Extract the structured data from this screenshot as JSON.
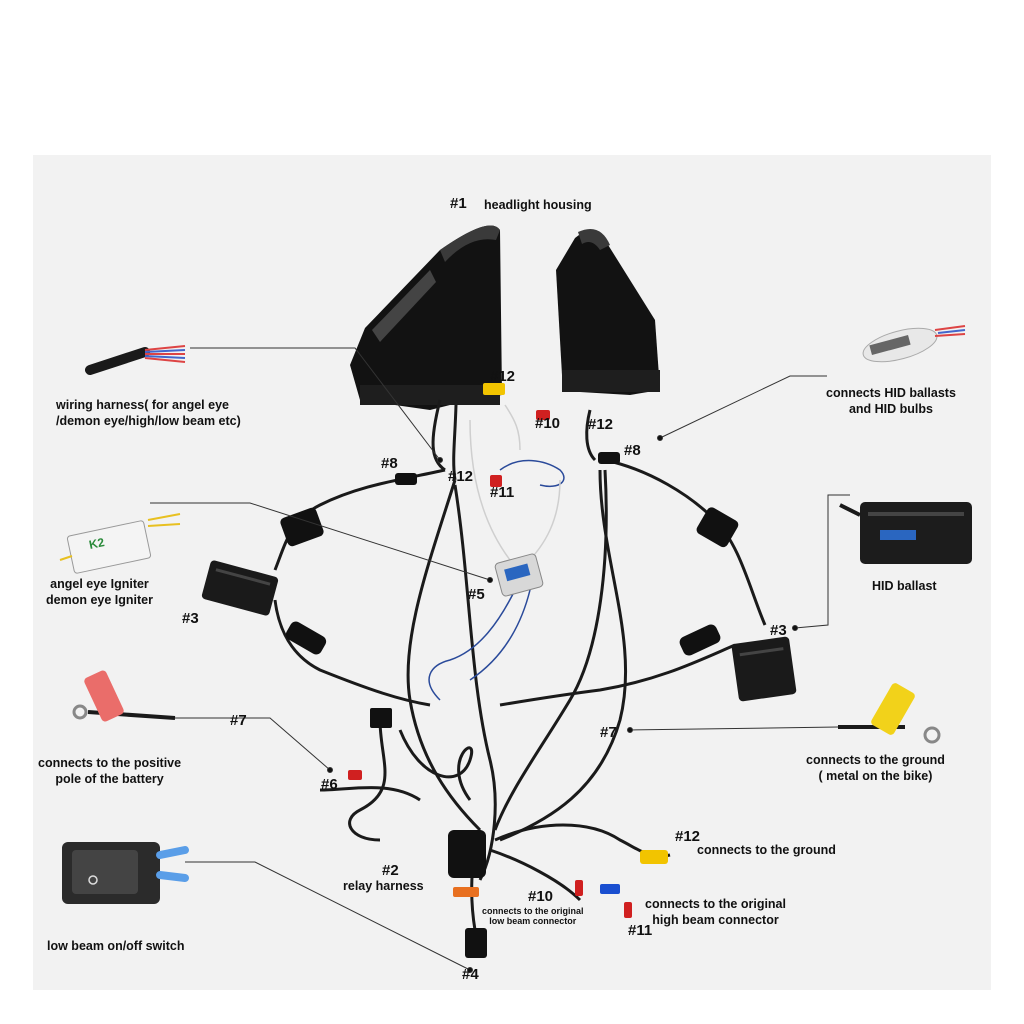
{
  "labels": {
    "headlight_housing": "headlight housing",
    "wiring_harness": "wiring harness( for angel eye\n/demon eye/high/low beam etc)",
    "connects_hid": "connects HID ballasts\nand HID bulbs",
    "angel_igniter": "angel eye Igniter\ndemon eye Igniter",
    "hid_ballast": "HID ballast",
    "positive_pole": "connects to the positive\npole of the battery",
    "ground_bike": "connects to the ground\n( metal on the bike)",
    "relay_harness": "relay harness",
    "low_beam_connector": "connects to the original\nlow beam connector",
    "ground": "connects to the ground",
    "high_beam_connector": "connects to the original\nhigh beam connector",
    "low_switch": "low beam on/off switch"
  },
  "numbers": {
    "n1": "#1",
    "n2": "#2",
    "n3a": "#3",
    "n3b": "#3",
    "n4": "#4",
    "n5": "#5",
    "n6": "#6",
    "n7a": "#7",
    "n7b": "#7",
    "n8a": "#8",
    "n8b": "#8",
    "n10a": "#10",
    "n10b": "#10",
    "n11a": "#11",
    "n11b": "#11",
    "n12a": "#12",
    "n12b": "#12",
    "n12c": "#12",
    "n12d": "#12"
  },
  "colors": {
    "wire": "#1a1a1a",
    "blue_wire": "#2a4a9a",
    "red_terminal": "#d02020",
    "yellow_terminal": "#f2c400",
    "blue_terminal": "#1a4fd0",
    "orange_tag": "#e87020",
    "pink_tag": "#e8706a"
  }
}
